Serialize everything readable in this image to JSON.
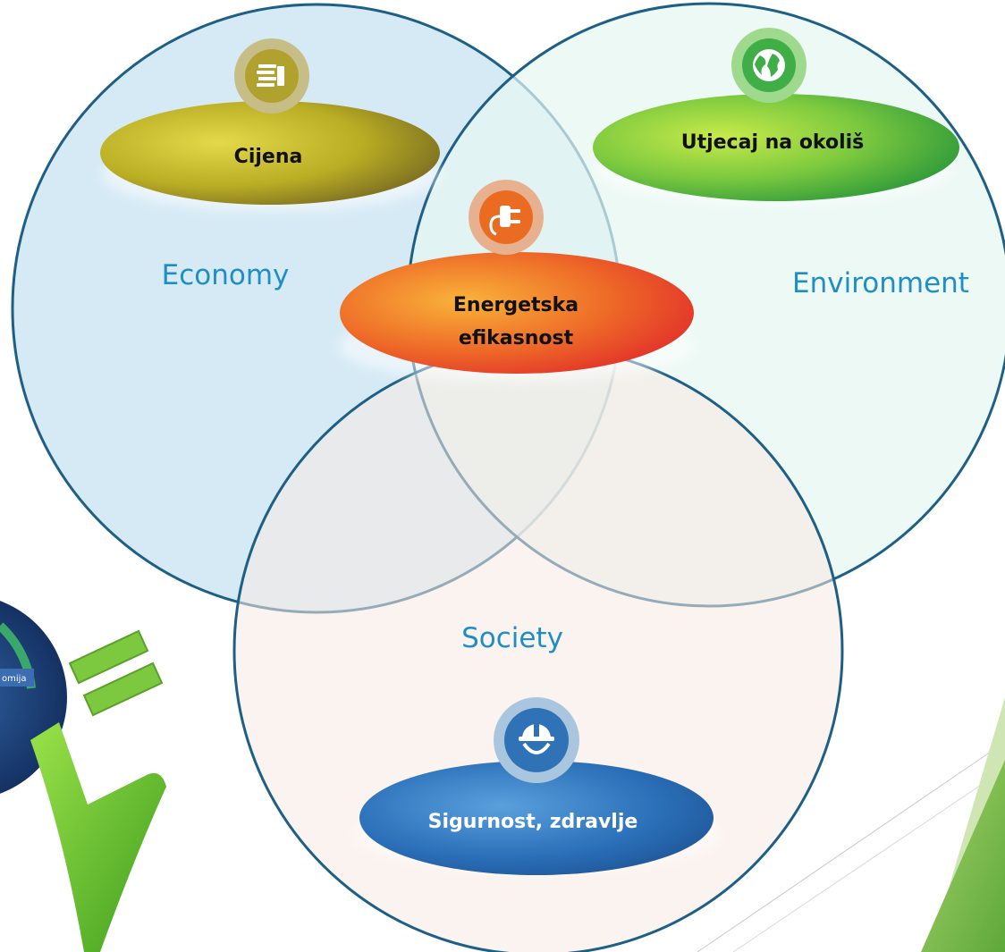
{
  "regions": {
    "economy": "Economy",
    "environment": "Environment",
    "society": "Society"
  },
  "factors": {
    "price": "Cijena",
    "environmental_impact": "Utjecaj na okoliš",
    "energy_efficiency_line1": "Energetska",
    "energy_efficiency_line2": "efikasnost",
    "safety_health": "Sigurnost, zdravlje"
  },
  "partial_logo_text": "omija",
  "icons": {
    "price": "money-stack-icon",
    "environmental_impact": "globe-icon",
    "energy_efficiency": "power-plug-icon",
    "safety_health": "hard-hat-icon",
    "equals": "equals-sign-icon",
    "check": "checkmark-icon"
  },
  "colors": {
    "circle_stroke": "#1e5f86",
    "economy_fill": "#cfe6f3",
    "environment_fill": "#e6f7f1",
    "society_fill": "#f8e9e1",
    "region_label": "#1f8ec4",
    "price_pill": "#b9ad24",
    "environment_pill": "#7cc93f",
    "efficiency_pill": "#ee6a28",
    "safety_pill": "#2a6fb8",
    "check_green": "#5bbd2a"
  }
}
